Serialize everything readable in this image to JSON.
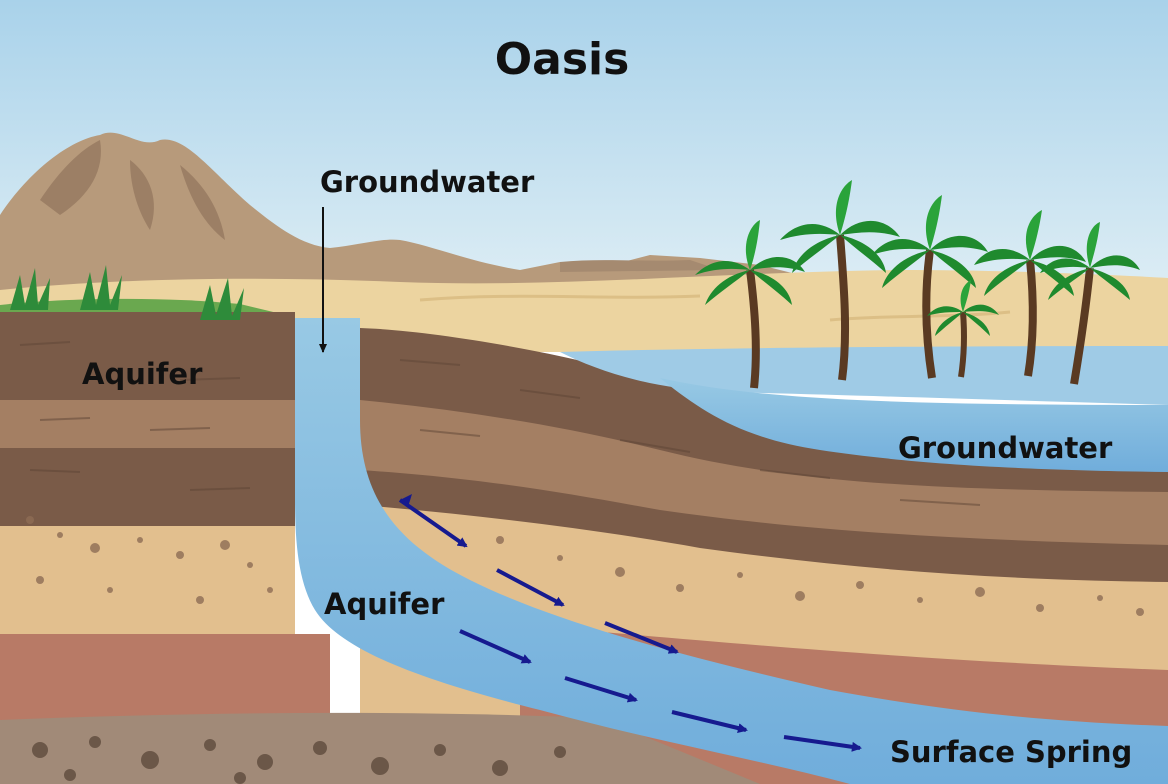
{
  "diagram": {
    "title": "Oasis",
    "labels": {
      "groundwater_top": "Groundwater",
      "aquifer_left": "Aquifer",
      "groundwater_right": "Groundwater",
      "aquifer_middle": "Aquifer",
      "surface_spring": "Surface Spring"
    },
    "colors": {
      "sky": "#cfe6f2",
      "sand": "#ecd4a0",
      "water": "#7fb9d9",
      "dark_soil": "#7a5b48",
      "mid_soil": "#a47f63",
      "light_soil": "#e2bf8e",
      "clay": "#b87a66",
      "gravel": "#a18a78",
      "flow_arrow": "#161a8f"
    }
  }
}
